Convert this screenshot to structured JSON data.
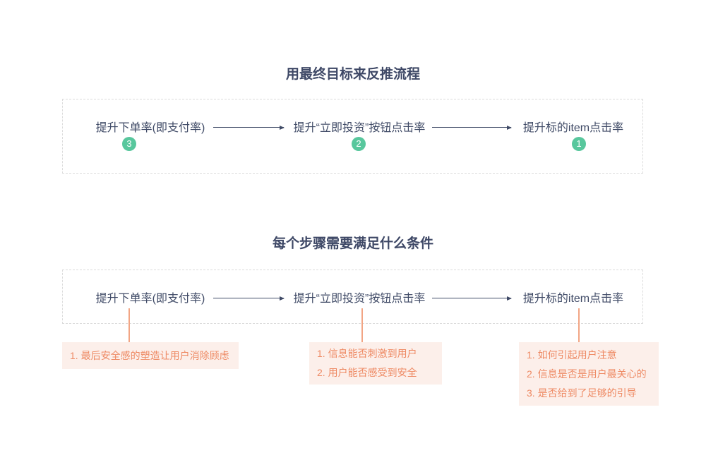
{
  "colors": {
    "text_dark": "#3F4A66",
    "title_dark": "#3E4866",
    "badge_green": "#58C79D",
    "note_text_orange": "#EE8A64",
    "note_line_orange": "#F2A584",
    "note_bg_pink": "#FCEFEA",
    "dashed_border": "#DBDBDB"
  },
  "goal_section": {
    "title": "用最终目标来反推流程",
    "steps": [
      {
        "label": "提升下单率(即支付率)",
        "badge": "3"
      },
      {
        "label": "提升“立即投资”按钮点击率",
        "badge": "2"
      },
      {
        "label": "提升标的item点击率",
        "badge": "1"
      }
    ]
  },
  "conditions_section": {
    "title": "每个步骤需要满足什么条件",
    "steps": [
      {
        "label": "提升下单率(即支付率)",
        "conditions": [
          "1. 最后安全感的塑造让用户消除顾虑"
        ]
      },
      {
        "label": "提升“立即投资”按钮点击率",
        "conditions": [
          "1. 信息能否刺激到用户",
          "2. 用户能否感受到安全"
        ]
      },
      {
        "label": "提升标的item点击率",
        "conditions": [
          "1. 如何引起用户注意",
          "2. 信息是否是用户最关心的",
          "3. 是否给到了足够的引导"
        ]
      }
    ]
  }
}
